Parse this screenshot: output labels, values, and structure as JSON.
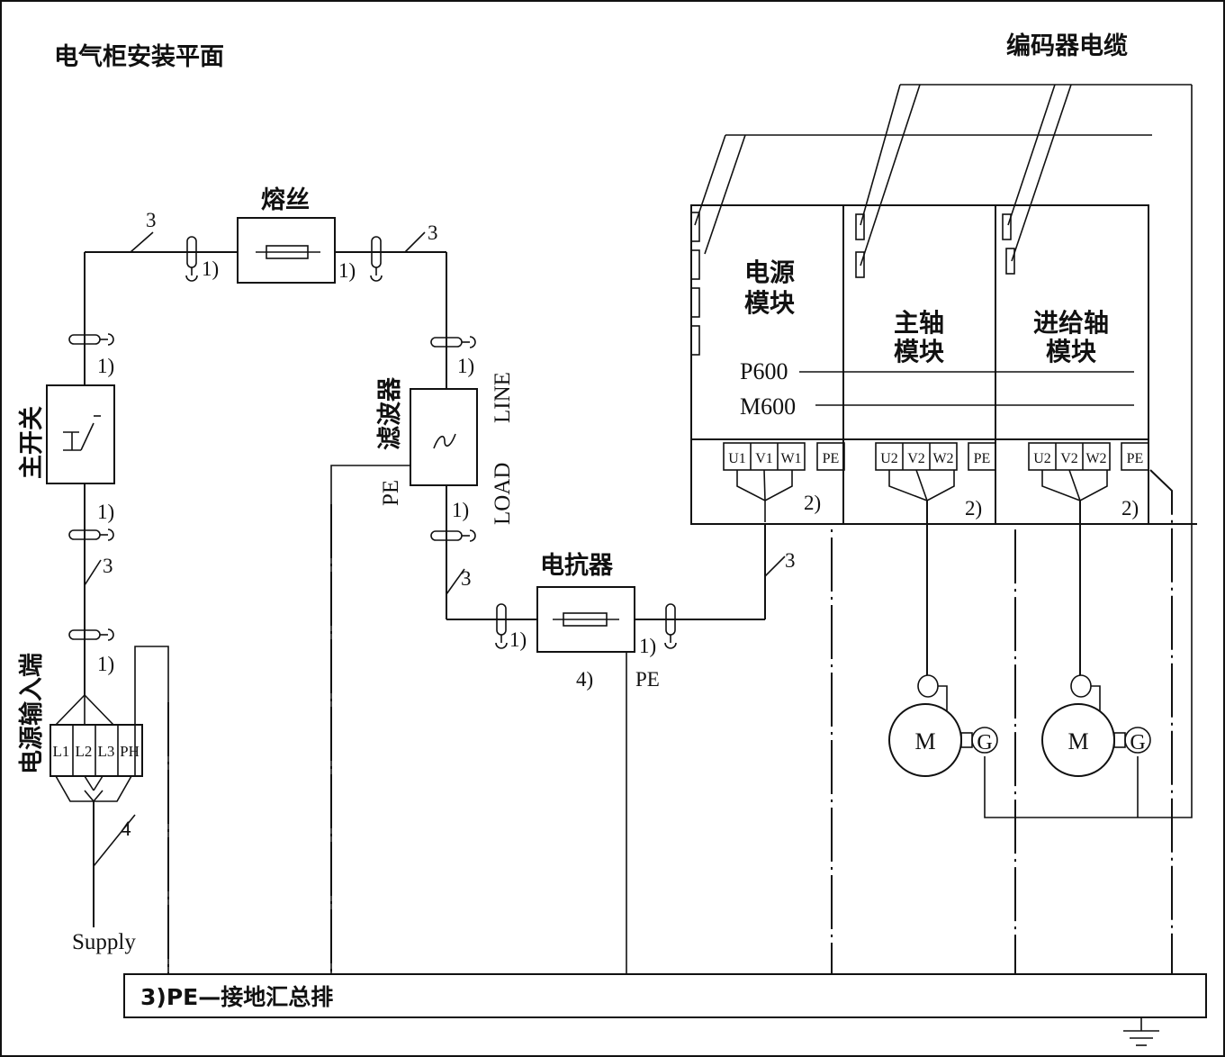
{
  "title": "电气柜安装平面",
  "encoder_cable": "编码器电缆",
  "fuse": {
    "label": "熔丝"
  },
  "main_switch": {
    "label": "主开关"
  },
  "power_input": {
    "label": "电源输入端",
    "terminals": [
      "L1",
      "L2",
      "L3",
      "PH"
    ],
    "supply": "Supply",
    "wire_no": "4"
  },
  "filter": {
    "label": "滤波器",
    "pe": "PE",
    "load": "LOAD",
    "line": "LINE"
  },
  "reactor": {
    "label": "电抗器",
    "note": "4)",
    "pe": "PE"
  },
  "wire_no": "3",
  "note_1": "1)",
  "note_2": "2)",
  "modules": {
    "power": {
      "line1": "电源",
      "line2": "模块",
      "terminals": [
        "U1",
        "V1",
        "W1",
        "PE"
      ]
    },
    "spindle": {
      "line1": "主轴",
      "line2": "模块",
      "terminals": [
        "U2",
        "V2",
        "W2",
        "PE"
      ]
    },
    "feed": {
      "line1": "进给轴",
      "line2": "模块",
      "terminals": [
        "U2",
        "V2",
        "W2",
        "PE"
      ]
    },
    "p_bus": "P600",
    "m_bus": "M600"
  },
  "motor": {
    "m": "M",
    "g": "G"
  },
  "ground_bar": {
    "label": "3)PE—接地汇总排"
  }
}
